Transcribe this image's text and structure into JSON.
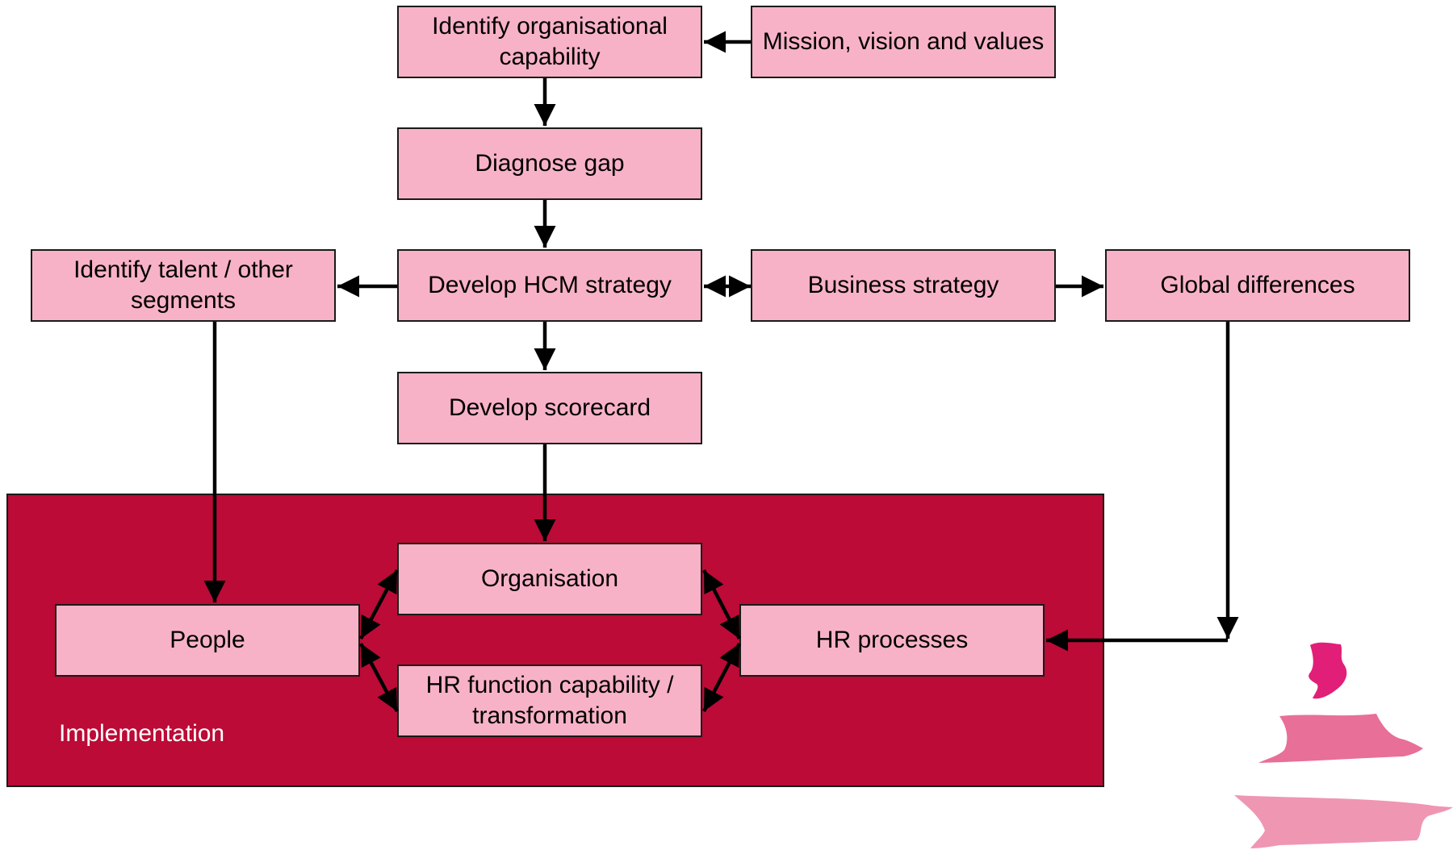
{
  "boxes": {
    "identify_capability": "Identify organisational capability",
    "mission": "Mission, vision and values",
    "diagnose_gap": "Diagnose gap",
    "identify_talent": "Identify talent / other segments",
    "hcm_strategy": "Develop HCM strategy",
    "business_strategy": "Business strategy",
    "global_differences": "Global differences",
    "scorecard": "Develop scorecard",
    "organisation": "Organisation",
    "people": "People",
    "hr_processes": "HR processes",
    "hr_function": "HR function capability / transformation"
  },
  "implementation": {
    "label": "Implementation"
  },
  "colors": {
    "box_fill": "#f8b2c7",
    "implementation_fill": "#bb0b36",
    "arrow": "#000000"
  }
}
